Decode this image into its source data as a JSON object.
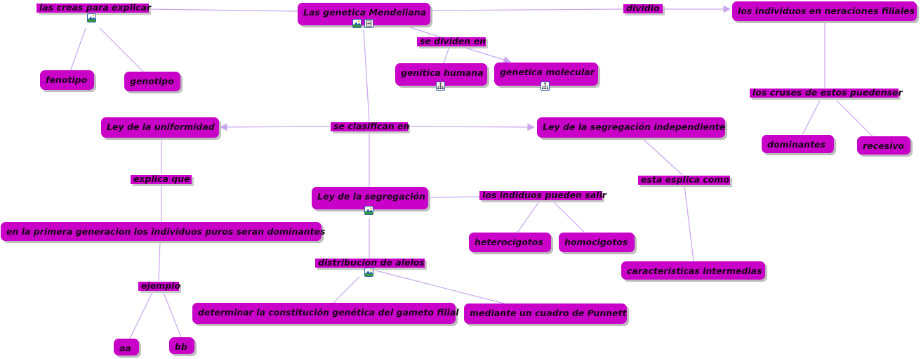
{
  "colors": {
    "node_fill": "#c800c8",
    "edge": "#c9a6ee",
    "text": "#1a001a",
    "icon_border": "#2b62a8"
  },
  "nodes": {
    "mendeliana": "Las genetica Mendeliana",
    "fenotipo": "fenotipo",
    "genotipo": "genotipo",
    "humana": "genitica humana",
    "molecular": "genetica molecular",
    "generaciones": "los individuos en neraciones  filiales",
    "dominantes": "dominantes",
    "recesivo": "recesivo",
    "uniformidad": "Ley de la uniformidad",
    "seg_indep": "Ley de la segregación independiente",
    "primera_gen": "en la primera generacion los individuos puros  seran dominantes",
    "segregacion": "Ley de la segregación",
    "heterocigotos": "heterocigotos",
    "homocigotos": "homocigotos",
    "intermedias": "caracteristicas intermedias",
    "gameto": "determinar  la constitución genética del gameto filial",
    "punnett": "mediante un cuadro de Punnett",
    "aa": "aa",
    "bb": "bb"
  },
  "links": {
    "creas": "las creas para explicar",
    "dividio": "dividio",
    "dividen": "se dividen en",
    "cruses": "los cruses de estos puedenser",
    "clasifican": "se clasifican en",
    "explica": "explica que",
    "esplica": "esta esplica como",
    "salir": "los indiduos pueden salir",
    "alelos": "distribucion de alelos",
    "ejemplo": "ejemplo"
  },
  "icons": {
    "image": "image-icon",
    "document": "document-icon",
    "hierarchy": "hierarchy-icon"
  }
}
